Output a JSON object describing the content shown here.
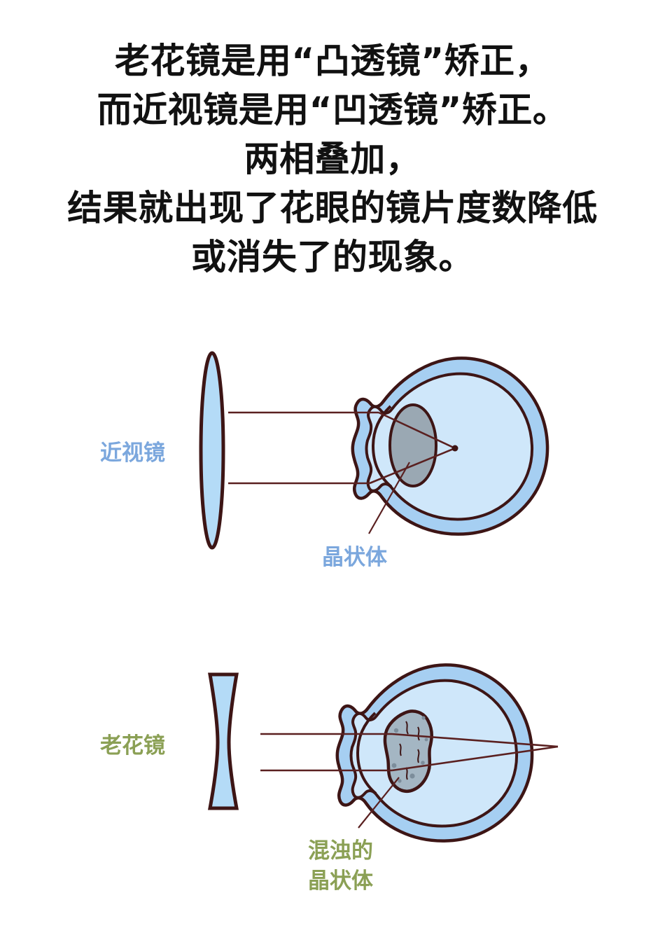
{
  "headline": {
    "lines": [
      "老花镜是用“凸透镜”矫正，",
      "而近视镜是用“凹透镜”矫正。",
      "两相叠加，",
      "结果就出现了花眼的镜片度数降低",
      "或消失了的现象。"
    ]
  },
  "colors": {
    "text": "#111111",
    "outline": "#3d1515",
    "sclera": "#a6cff2",
    "vitreous": "#cfe7fa",
    "lens_clear": "#8e9aa3",
    "lens_cloudy": "#9fb0bd",
    "glass_lens": "#b4dbf7",
    "label_blue": "#7ba7dd",
    "label_green": "#8ba055"
  },
  "figures": [
    {
      "id": "myopia",
      "glasses_label": "近视镜",
      "glasses_type": "convex-lens",
      "eye_part_label": "晶状体",
      "ray_focus": "inside-eye"
    },
    {
      "id": "presbyopia",
      "glasses_label": "老花镜",
      "glasses_type": "concave-lens",
      "eye_part_label_line1": "混浊的",
      "eye_part_label_line2": "晶状体",
      "ray_focus": "behind-eye"
    }
  ]
}
